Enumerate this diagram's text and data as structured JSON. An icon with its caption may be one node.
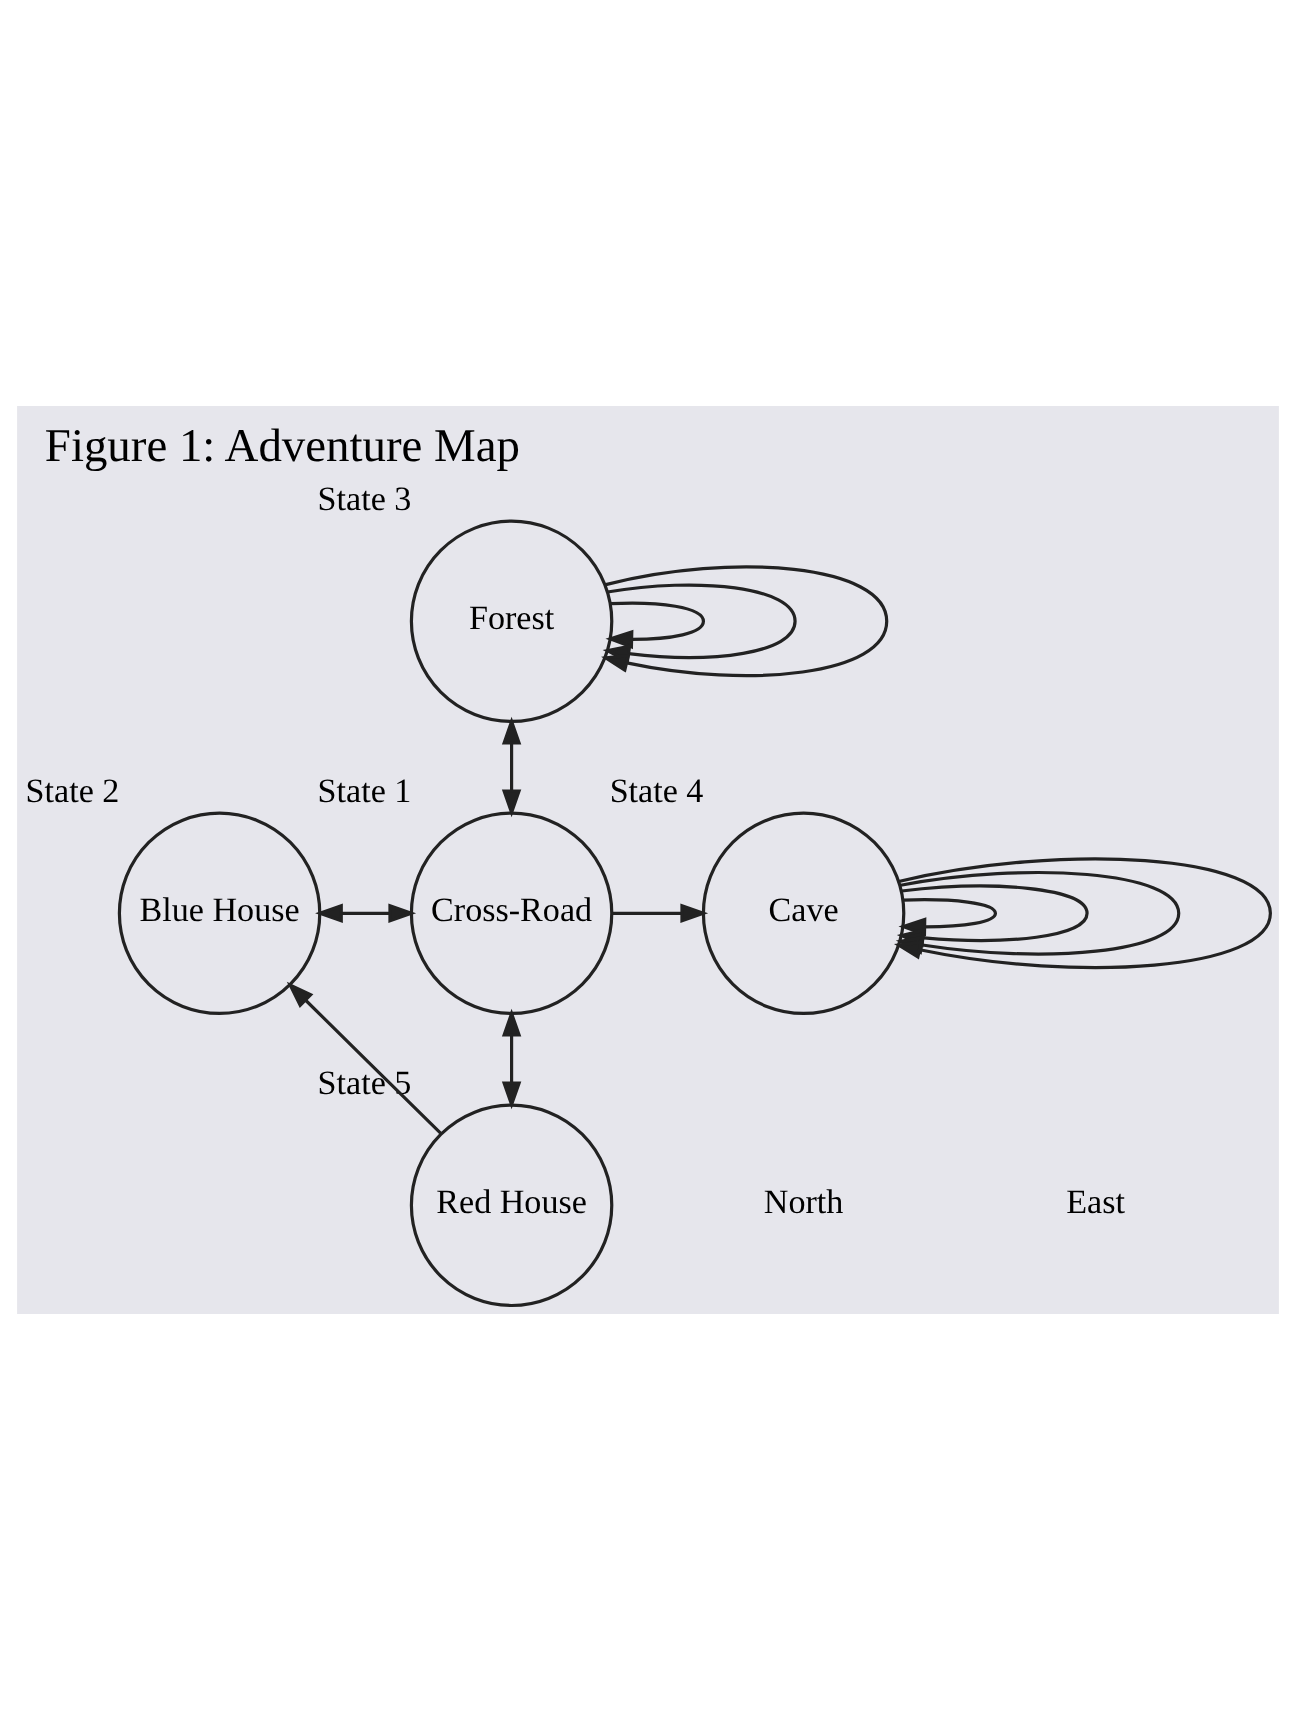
{
  "diagram": {
    "title": "Figure 1: Adventure Map",
    "nodes": [
      {
        "text": [
          "Forest"
        ],
        "beside": [
          "State 3"
        ]
      },
      {
        "text": [
          "Blue House"
        ],
        "beside": [
          "State 2"
        ]
      },
      {
        "text": [
          "Cross-Road"
        ],
        "beside": [
          "State 1"
        ]
      },
      {
        "text": [
          "Cave"
        ],
        "beside": [
          "State 4"
        ]
      },
      {
        "text": [
          "Red House"
        ],
        "beside": [
          "State 5"
        ]
      }
    ],
    "edges": [
      {
        "from": 0,
        "to": 0,
        "arrow": "to"
      },
      {
        "from": 0,
        "to": 0,
        "arrow": "to"
      },
      {
        "from": 0,
        "to": 0,
        "arrow": "to"
      },
      {
        "from": 0,
        "to": 2,
        "arrow": "both"
      },
      {
        "from": 1,
        "to": 2,
        "arrow": "both"
      },
      {
        "from": 2,
        "to": 3,
        "arrow": "to"
      },
      {
        "from": 3,
        "to": 3,
        "arrow": "to"
      },
      {
        "from": 3,
        "to": 3,
        "arrow": "to"
      },
      {
        "from": 3,
        "to": 3,
        "arrow": "to"
      },
      {
        "from": 3,
        "to": 3,
        "arrow": "to"
      },
      {
        "from": 2,
        "to": 4,
        "arrow": "both"
      },
      {
        "from": 4,
        "to": 1,
        "arrow": "to"
      }
    ],
    "labels": [
      "North",
      "East"
    ]
  }
}
